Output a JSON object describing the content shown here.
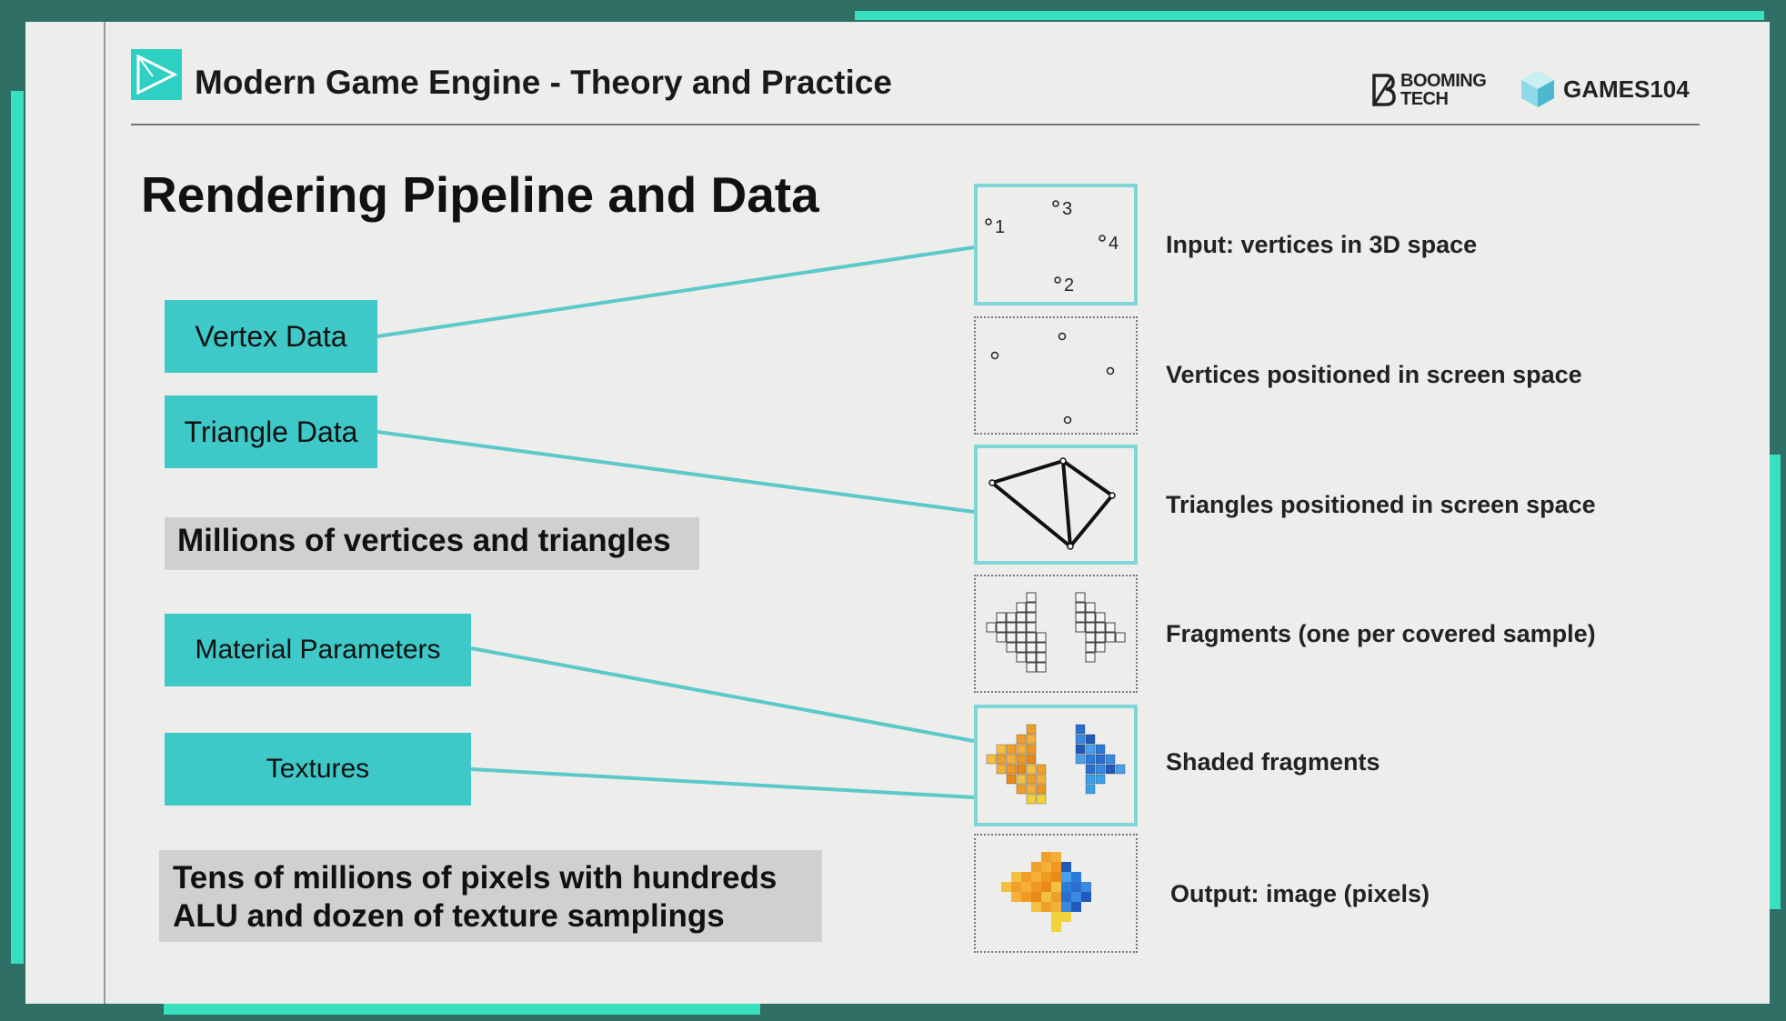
{
  "header": {
    "course_title": "Modern Game Engine - Theory and Practice",
    "booming_tech": [
      "BOOMING",
      "TECH"
    ],
    "games_logo": "GAMES104"
  },
  "page_title": "Rendering Pipeline and Data",
  "data_boxes": [
    {
      "label": "Vertex Data"
    },
    {
      "label": "Triangle Data"
    },
    {
      "label": "Material Parameters"
    },
    {
      "label": "Textures"
    }
  ],
  "notes": [
    {
      "text": "Millions of vertices and triangles"
    },
    {
      "line1": "Tens of millions of pixels with hundreds",
      "line2": "ALU and dozen of texture samplings"
    }
  ],
  "pipeline": {
    "vertex_numbers": [
      "1",
      "2",
      "3",
      "4"
    ],
    "steps": [
      {
        "label": "Input: vertices in 3D space"
      },
      {
        "label": "Vertices positioned in screen space"
      },
      {
        "label": "Triangles positioned in screen space"
      },
      {
        "label": "Fragments (one per covered sample)"
      },
      {
        "label": "Shaded fragments"
      },
      {
        "label": "Output: image (pixels)"
      }
    ]
  },
  "colors": {
    "accent": "#3ec8c8",
    "connector": "#5cc9c9",
    "note_bg": "#d0d0ce",
    "orange": "#f0a020",
    "blue": "#2a7ad8"
  }
}
